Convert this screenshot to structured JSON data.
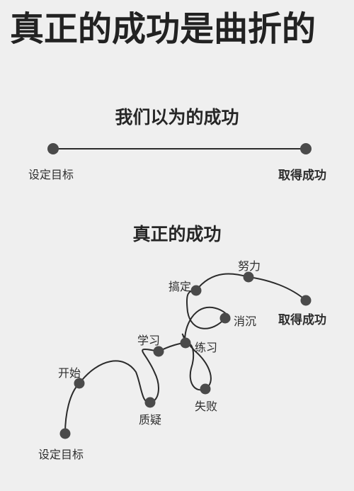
{
  "headline": "真正的成功是曲折的",
  "expected": {
    "heading": "我们以为的成功",
    "start_label": "设定目标",
    "end_label": "取得成功"
  },
  "actual": {
    "heading": "真正的成功",
    "labels": {
      "start": "设定目标",
      "begin": "开始",
      "learn": "学习",
      "doubt": "质疑",
      "practice": "练习",
      "fail": "失败",
      "sink": "消沉",
      "sort_out": "搞定",
      "effort": "努力",
      "success": "取得成功"
    }
  },
  "colors": {
    "background": "#efefef",
    "line": "#2b2b2b",
    "node": "#4a4a4a"
  }
}
